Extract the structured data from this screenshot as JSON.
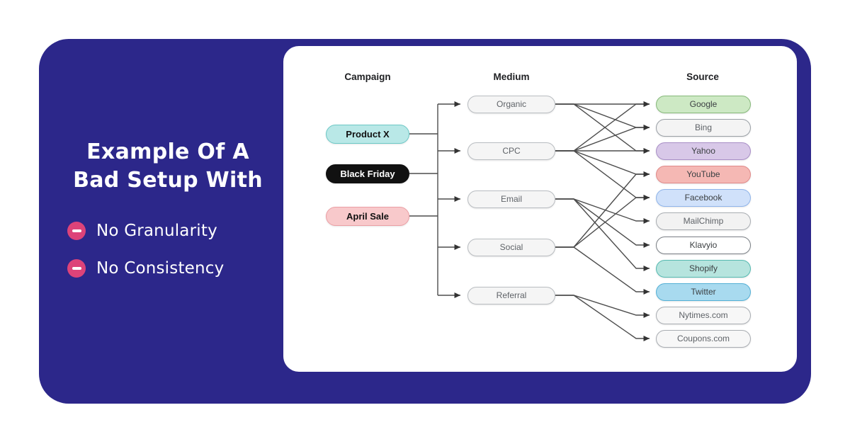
{
  "panel": {
    "bg_color": "#2c278a",
    "heading_line1": "Example Of A",
    "heading_line2": "Bad Setup With",
    "bullets": [
      {
        "icon": "minus-icon",
        "label": "No Granularity"
      },
      {
        "icon": "minus-icon",
        "label": "No Consistency"
      }
    ],
    "bullet_icon_color": "#dd4379"
  },
  "diagram": {
    "line_color": "#4d4d4d",
    "arrow_color": "#333333",
    "columns": [
      {
        "id": "campaign",
        "header": "Campaign",
        "nodes": [
          {
            "id": "product-x",
            "label": "Product X",
            "bg": "#b9e8e7",
            "border": "#6cc8c6",
            "text": "#111111"
          },
          {
            "id": "black-friday",
            "label": "Black Friday",
            "bg": "#111111",
            "border": "#111111",
            "text": "#ffffff"
          },
          {
            "id": "april-sale",
            "label": "April Sale",
            "bg": "#f8c9cb",
            "border": "#eb9fa4",
            "text": "#111111"
          }
        ]
      },
      {
        "id": "medium",
        "header": "Medium",
        "nodes": [
          {
            "id": "organic",
            "label": "Organic",
            "bg": "#f5f5f5",
            "border": "#b9bdc1",
            "text": "#5f6368"
          },
          {
            "id": "cpc",
            "label": "CPC",
            "bg": "#f5f5f5",
            "border": "#b9bdc1",
            "text": "#5f6368"
          },
          {
            "id": "email",
            "label": "Email",
            "bg": "#f5f5f5",
            "border": "#b9bdc1",
            "text": "#5f6368"
          },
          {
            "id": "social",
            "label": "Social",
            "bg": "#f5f5f5",
            "border": "#b9bdc1",
            "text": "#5f6368"
          },
          {
            "id": "referral",
            "label": "Referral",
            "bg": "#f5f5f5",
            "border": "#b9bdc1",
            "text": "#5f6368"
          }
        ]
      },
      {
        "id": "source",
        "header": "Source",
        "nodes": [
          {
            "id": "google",
            "label": "Google",
            "bg": "#cde9c4",
            "border": "#86b97a",
            "text": "#3c4043"
          },
          {
            "id": "bing",
            "label": "Bing",
            "bg": "#f4f4f4",
            "border": "#9aa0a6",
            "text": "#5f6368"
          },
          {
            "id": "yahoo",
            "label": "Yahoo",
            "bg": "#d8c8e8",
            "border": "#a98fc7",
            "text": "#3c4043"
          },
          {
            "id": "youtube",
            "label": "YouTube",
            "bg": "#f5b8b4",
            "border": "#e08a8a",
            "text": "#3c4043"
          },
          {
            "id": "facebook",
            "label": "Facebook",
            "bg": "#d0e1fa",
            "border": "#8fb4ea",
            "text": "#3c4043"
          },
          {
            "id": "mailchimp",
            "label": "MailChimp",
            "bg": "#f2f2f2",
            "border": "#a9adb2",
            "text": "#5f6368"
          },
          {
            "id": "klavyio",
            "label": "Klavyio",
            "bg": "#ffffff",
            "border": "#7a7f85",
            "text": "#3c4043"
          },
          {
            "id": "shopify",
            "label": "Shopify",
            "bg": "#b6e4de",
            "border": "#56bab1",
            "text": "#3c4043"
          },
          {
            "id": "twitter",
            "label": "Twitter",
            "bg": "#a8daef",
            "border": "#54b0d6",
            "text": "#3c4043"
          },
          {
            "id": "nytimes",
            "label": "Nytimes.com",
            "bg": "#f7f7f7",
            "border": "#a9adb2",
            "text": "#5f6368"
          },
          {
            "id": "coupons",
            "label": "Coupons.com",
            "bg": "#f7f7f7",
            "border": "#a9adb2",
            "text": "#5f6368"
          }
        ]
      }
    ],
    "campaign_to_trunk": [
      "product-x",
      "black-friday",
      "april-sale"
    ],
    "trunk_to_medium": [
      "organic",
      "cpc",
      "email",
      "social",
      "referral"
    ],
    "edges": [
      [
        "organic",
        "google"
      ],
      [
        "organic",
        "bing"
      ],
      [
        "organic",
        "yahoo"
      ],
      [
        "cpc",
        "google"
      ],
      [
        "cpc",
        "bing"
      ],
      [
        "cpc",
        "yahoo"
      ],
      [
        "cpc",
        "youtube"
      ],
      [
        "cpc",
        "facebook"
      ],
      [
        "email",
        "mailchimp"
      ],
      [
        "email",
        "klavyio"
      ],
      [
        "email",
        "shopify"
      ],
      [
        "social",
        "youtube"
      ],
      [
        "social",
        "facebook"
      ],
      [
        "social",
        "twitter"
      ],
      [
        "referral",
        "nytimes"
      ],
      [
        "referral",
        "coupons"
      ]
    ]
  }
}
